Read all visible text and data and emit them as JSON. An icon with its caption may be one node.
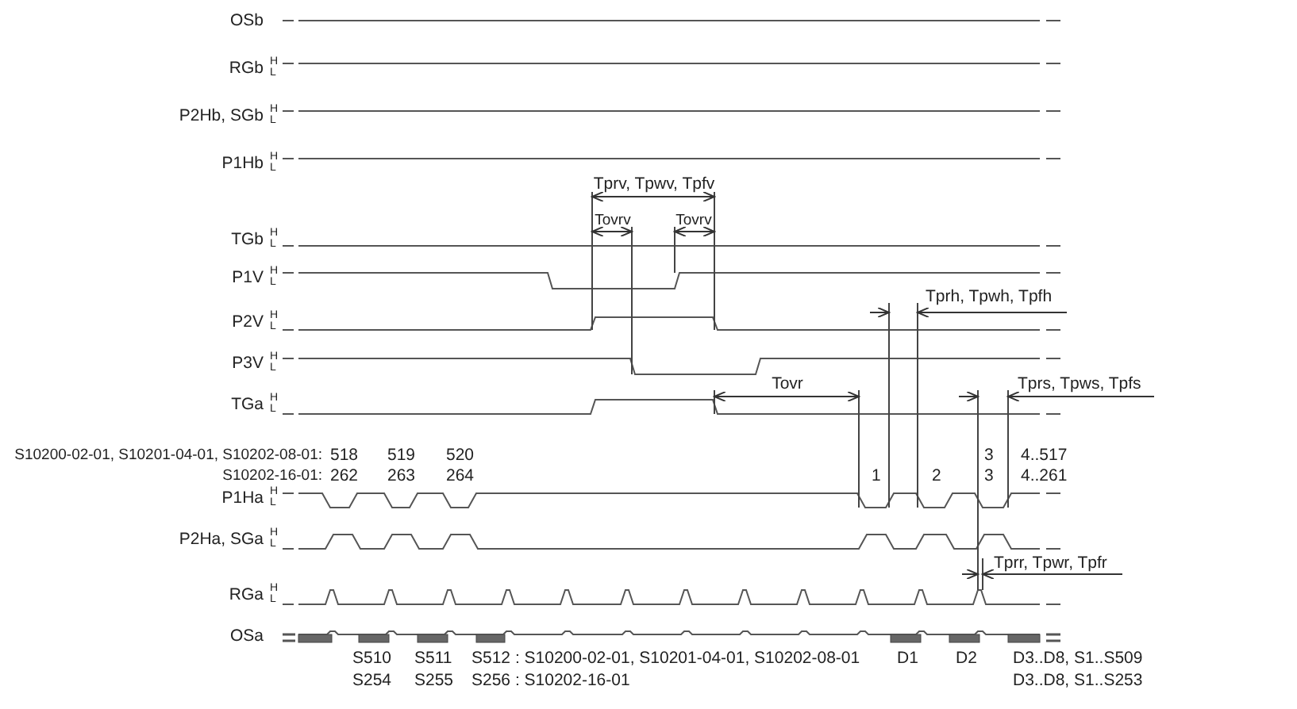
{
  "diagram": {
    "labels": [
      "OSb",
      "RGb",
      "H",
      "L",
      "P2Hb, SGb",
      "H",
      "L",
      "P1Hb",
      "H",
      "L",
      "Tprv, Tpwv, Tpfv",
      "Tovrv",
      "Tovrv",
      "TGb",
      "H",
      "L",
      "P1V",
      "H",
      "L",
      "Tprh, Tpwh, Tpfh",
      "P2V",
      "H",
      "L",
      "P3V",
      "H",
      "L",
      "Tovr",
      "Tprs, Tpws, Tpfs",
      "TGa",
      "H",
      "L",
      "S10200-02-01, S10201-04-01, S10202-08-01:",
      "518",
      "519",
      "520",
      "3",
      "4..517",
      "S10202-16-01:",
      "262",
      "263",
      "264",
      "1",
      "2",
      "3",
      "4..261",
      "P1Ha",
      "H",
      "L",
      "P2Ha, SGa",
      "H",
      "L",
      "Tprr, Tpwr, Tpfr",
      "RGa",
      "H",
      "L",
      "OSa",
      "S510",
      "S511",
      "S512 : S10200-02-01, S10201-04-01, S10202-08-01",
      "D1",
      "D2",
      "D3..D8, S1..S509",
      "S254",
      "S255",
      "S256 : S10202-16-01",
      "D3..D8, S1..S253"
    ]
  }
}
